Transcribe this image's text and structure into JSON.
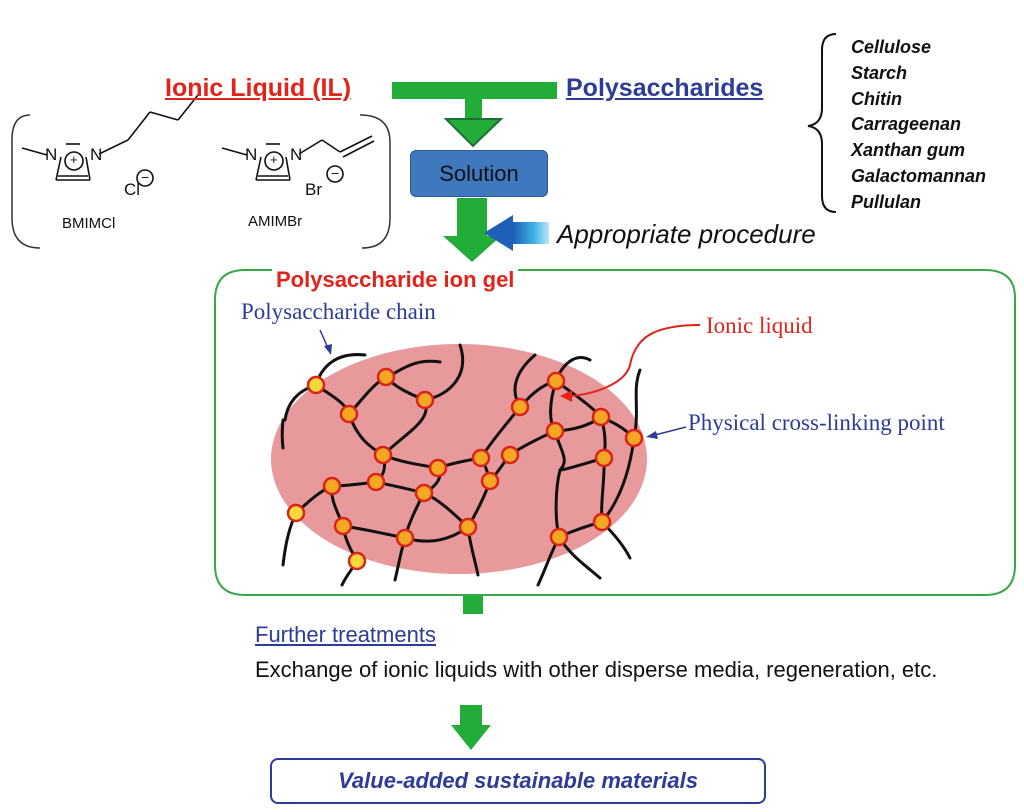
{
  "inputs": {
    "ionic_liquid": "Ionic Liquid (IL)",
    "polysaccharides": "Polysaccharides"
  },
  "polysaccharide_list": [
    "Cellulose",
    "Starch",
    "Chitin",
    "Carrageenan",
    "Xanthan gum",
    "Galactomannan",
    "Pullulan"
  ],
  "chemicals": {
    "n_left": "N",
    "n_right": "N",
    "plus": "+",
    "minus": "−",
    "bmimcl": {
      "anion": "Cl",
      "name": "BMIMCl"
    },
    "amimbr": {
      "anion": "Br",
      "name": "AMIMBr"
    }
  },
  "steps": {
    "solution": "Solution",
    "procedure": "Appropriate procedure"
  },
  "gel": {
    "title": "Polysaccharide ion gel",
    "chain_label": "Polysaccharide chain",
    "ionic_liquid_label": "Ionic liquid",
    "crosslink_label": "Physical cross-linking point"
  },
  "further": {
    "title": "Further treatments",
    "description": "Exchange of ionic liquids with other disperse media, regeneration, etc."
  },
  "output": "Value-added sustainable materials",
  "colors": {
    "arrow_green": "#22ac38",
    "red": "#e2231a",
    "blue": "#2e3b97",
    "gel_fill": "#e8999b",
    "node_fill": "#f5a623",
    "node_stroke": "#d9231b",
    "frame_green": "#3aa84a"
  }
}
